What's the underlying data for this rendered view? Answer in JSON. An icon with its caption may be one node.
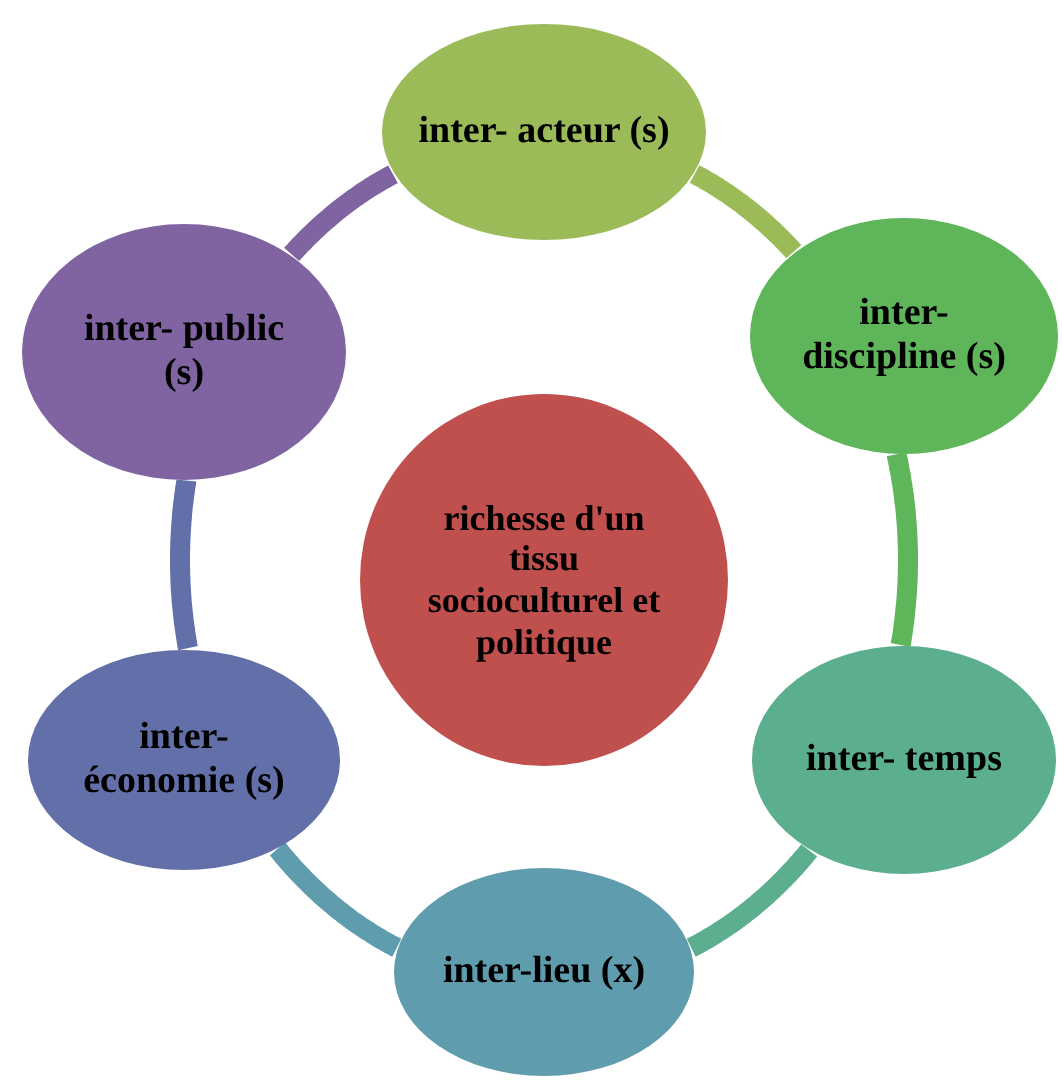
{
  "diagram": {
    "nodes": [
      {
        "text": [
          "inter- acteur (s)"
        ]
      },
      {
        "text": [
          "inter- discipline (s)"
        ]
      },
      {
        "text": [
          "inter- temps"
        ]
      },
      {
        "text": [
          "inter-lieu (x)"
        ]
      },
      {
        "text": [
          "inter- économie (s)"
        ]
      },
      {
        "text": [
          "inter- public (s)"
        ]
      },
      {
        "text": [
          "richesse d'un tissu socioculturel et politique"
        ]
      }
    ],
    "edges": [
      {
        "from": 0,
        "to": 1,
        "arrow": "none",
        "color": "#9bbb59"
      },
      {
        "from": 1,
        "to": 2,
        "arrow": "none",
        "color": "#5fb55a"
      },
      {
        "from": 2,
        "to": 3,
        "arrow": "none",
        "color": "#5bae8e"
      },
      {
        "from": 3,
        "to": 4,
        "arrow": "none",
        "color": "#5f9cae"
      },
      {
        "from": 4,
        "to": 5,
        "arrow": "none",
        "color": "#626fa8"
      },
      {
        "from": 5,
        "to": 0,
        "arrow": "none",
        "color": "#8064a2"
      }
    ]
  }
}
